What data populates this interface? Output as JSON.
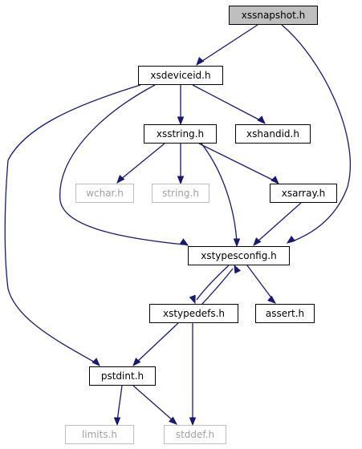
{
  "colors": {
    "edge": "#191970",
    "root_fill": "#bfbfbf",
    "node_border": "#000000",
    "system_border": "#bfbfbf",
    "system_text": "#a0a0a0",
    "text": "#000000"
  },
  "nodes": {
    "xssnapshot": {
      "label": "xssnapshot.h",
      "style": "root"
    },
    "xsdeviceid": {
      "label": "xsdeviceid.h",
      "style": "normal"
    },
    "xsstring": {
      "label": "xsstring.h",
      "style": "normal"
    },
    "xshandid": {
      "label": "xshandid.h",
      "style": "normal"
    },
    "wchar": {
      "label": "wchar.h",
      "style": "system"
    },
    "string": {
      "label": "string.h",
      "style": "system"
    },
    "xsarray": {
      "label": "xsarray.h",
      "style": "normal"
    },
    "xstypesconfig": {
      "label": "xstypesconfig.h",
      "style": "normal"
    },
    "xstypedefs": {
      "label": "xstypedefs.h",
      "style": "normal"
    },
    "assert": {
      "label": "assert.h",
      "style": "normal"
    },
    "pstdint": {
      "label": "pstdint.h",
      "style": "normal"
    },
    "limits": {
      "label": "limits.h",
      "style": "system"
    },
    "stddef": {
      "label": "stddef.h",
      "style": "system"
    }
  },
  "edges": [
    {
      "from": "xssnapshot",
      "to": "xsdeviceid"
    },
    {
      "from": "xssnapshot",
      "to": "xstypesconfig"
    },
    {
      "from": "xsdeviceid",
      "to": "xsstring"
    },
    {
      "from": "xsdeviceid",
      "to": "xshandid"
    },
    {
      "from": "xsdeviceid",
      "to": "xstypesconfig"
    },
    {
      "from": "xsdeviceid",
      "to": "pstdint"
    },
    {
      "from": "xsstring",
      "to": "wchar"
    },
    {
      "from": "xsstring",
      "to": "string"
    },
    {
      "from": "xsstring",
      "to": "xsarray"
    },
    {
      "from": "xsstring",
      "to": "xstypesconfig"
    },
    {
      "from": "xsarray",
      "to": "xstypesconfig"
    },
    {
      "from": "xstypesconfig",
      "to": "xstypedefs"
    },
    {
      "from": "xstypesconfig",
      "to": "assert"
    },
    {
      "from": "xstypedefs",
      "to": "xstypesconfig"
    },
    {
      "from": "xstypedefs",
      "to": "pstdint"
    },
    {
      "from": "xstypedefs",
      "to": "stddef"
    },
    {
      "from": "pstdint",
      "to": "limits"
    },
    {
      "from": "pstdint",
      "to": "stddef"
    }
  ]
}
